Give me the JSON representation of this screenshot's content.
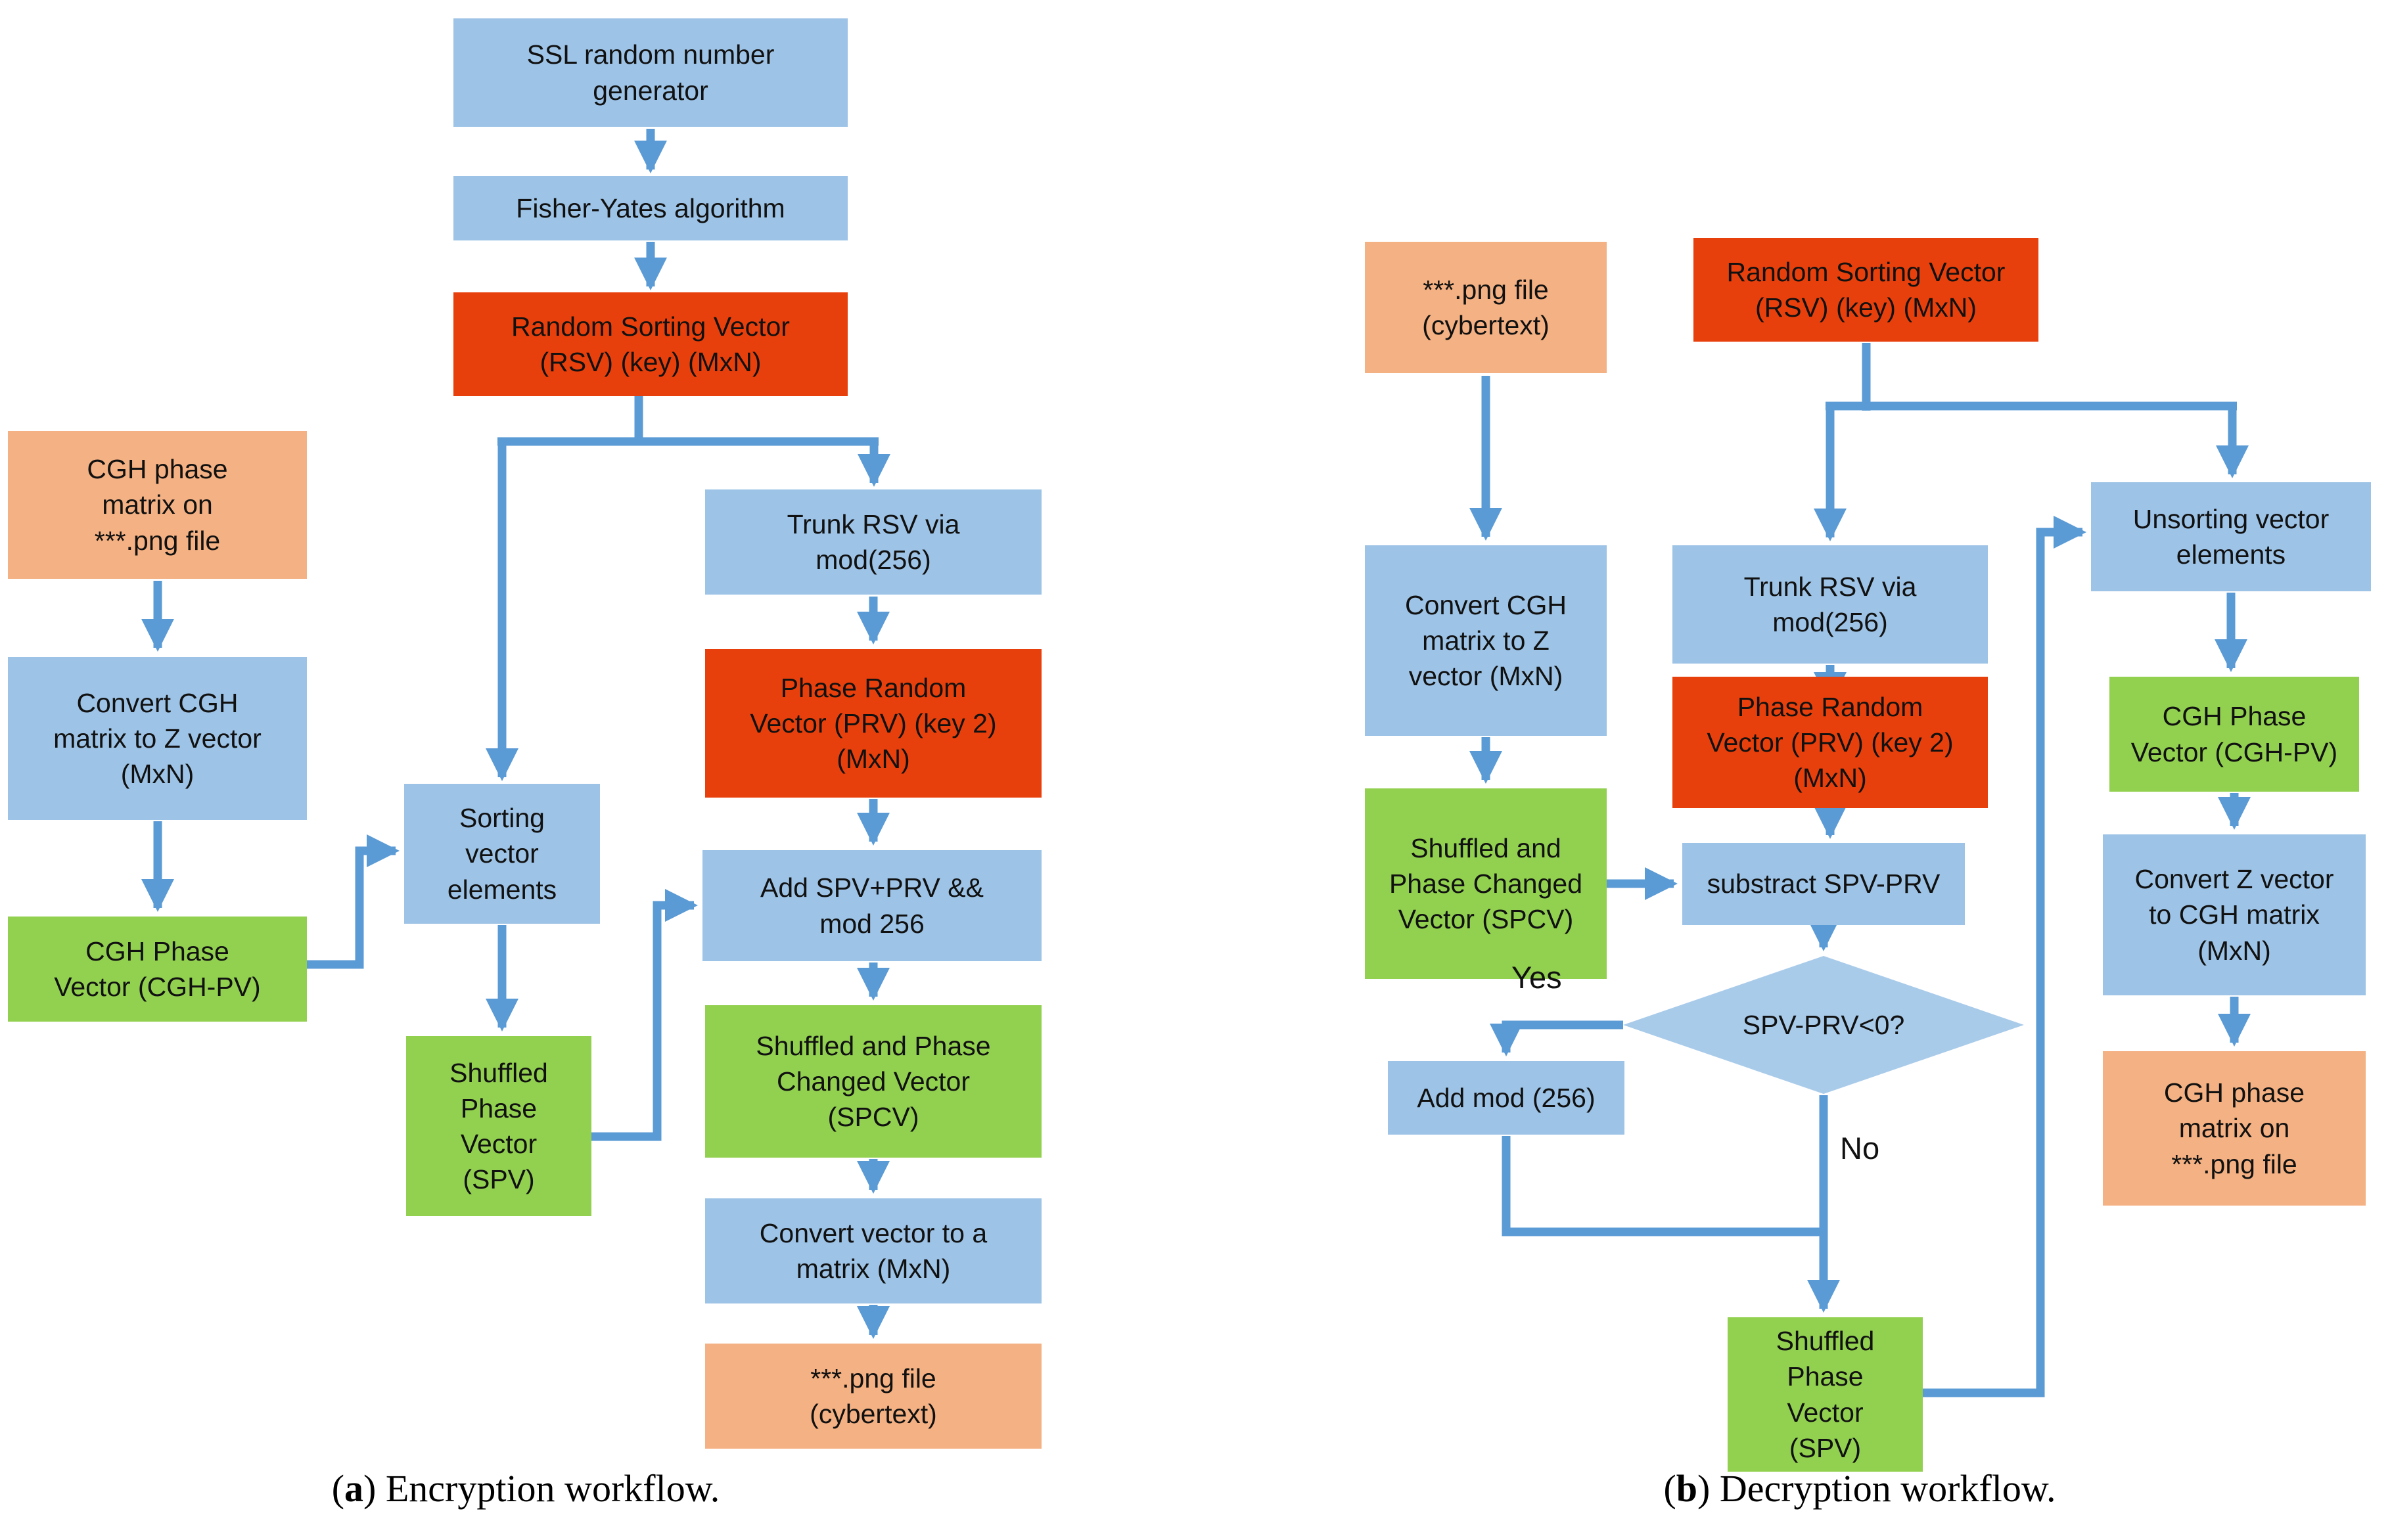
{
  "colors": {
    "process_blue": "#9DC3E6",
    "key_red": "#E8400C",
    "data_green": "#92D050",
    "file_orange": "#F4B183",
    "arrow_blue": "#5B9BD5",
    "decision_fill": "#A9CBEA",
    "text_color": "#111111"
  },
  "encryption": {
    "caption": {
      "open": "(",
      "letter": "a",
      "close": ")",
      "text": " Encryption workflow."
    },
    "nodes": {
      "ssl": "SSL random number\ngenerator",
      "fisher": "Fisher-Yates algorithm",
      "rsv": "Random Sorting Vector\n(RSV) (key) (MxN)",
      "cgh_matrix_file": "CGH phase\nmatrix on\n***.png file",
      "convert_cgh_to_z": "Convert CGH\nmatrix to Z vector\n(MxN)",
      "cgh_pv": "CGH Phase\nVector (CGH-PV)",
      "sorting": "Sorting\nvector\nelements",
      "spv": "Shuffled\nPhase\nVector\n(SPV)",
      "trunk": "Trunk RSV via\nmod(256)",
      "prv": "Phase Random\nVector (PRV) (key 2)\n(MxN)",
      "add": "Add SPV+PRV &&\nmod 256",
      "spcv": "Shuffled and Phase\nChanged Vector\n(SPCV)",
      "convert_vector": "Convert vector to a\nmatrix (MxN)",
      "png_cybertext": "***.png file\n(cybertext)"
    }
  },
  "decryption": {
    "caption": {
      "open": "(",
      "letter": "b",
      "close": ")",
      "text": " Decryption workflow."
    },
    "nodes": {
      "png_cybertext": "***.png file\n(cybertext)",
      "rsv": "Random Sorting Vector\n(RSV) (key) (MxN)",
      "convert_cgh_to_z": "Convert CGH\nmatrix to Z\nvector (MxN)",
      "trunk": "Trunk RSV via\nmod(256)",
      "prv": "Phase Random\nVector (PRV) (key 2)\n(MxN)",
      "spcv": "Shuffled and\nPhase Changed\nVector (SPCV)",
      "subtract": "substract SPV-PRV",
      "decision": "SPV-PRV<0?",
      "yes_label": "Yes",
      "no_label": "No",
      "add_mod": "Add mod (256)",
      "spv": "Shuffled\nPhase\nVector\n(SPV)",
      "unsorting": "Unsorting vector\nelements",
      "cgh_pv": "CGH Phase\nVector (CGH-PV)",
      "convert_z_to_cgh": "Convert Z vector\nto CGH matrix\n(MxN)",
      "cgh_matrix_file": "CGH phase\nmatrix on\n***.png file"
    }
  }
}
